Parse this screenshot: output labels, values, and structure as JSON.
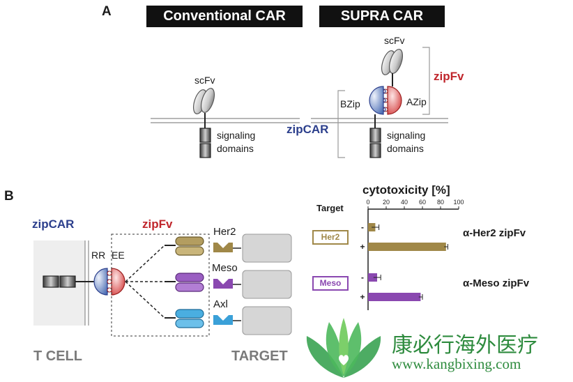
{
  "panel_a": {
    "letter": "A",
    "conventional_title": "Conventional CAR",
    "supra_title": "SUPRA CAR",
    "conv_scfv": "scFv",
    "conv_signaling": "signaling\ndomains",
    "supra_scfv": "scFv",
    "zipfv": "zipFv",
    "bzip": "BZip",
    "azip": "AZip",
    "zipcar": "zipCAR",
    "supra_signaling": "signaling\ndomains"
  },
  "panel_b": {
    "letter": "B",
    "zipcar": "zipCAR",
    "zipfv": "zipFv",
    "rr": "RR",
    "ee": "EE",
    "targets": [
      "Her2",
      "Meso",
      "Axl"
    ],
    "t_cell": "T CELL",
    "target_label": "TARGET",
    "colors": {
      "her2": "#a08848",
      "meso": "#8a48b0",
      "axl": "#3aa0d8",
      "zipcar_blue": "#2c3f8c",
      "zipfv_red": "#c0262c"
    }
  },
  "chart_data": {
    "type": "bar",
    "orientation": "horizontal",
    "title": "cytotoxicity [%]",
    "row_header": "Target",
    "xlim": [
      0,
      100
    ],
    "ticks": [
      "0",
      "20",
      "40",
      "60",
      "80",
      "100"
    ],
    "groups": [
      {
        "target": "Her2",
        "label": "α-Her2 zipFv",
        "color": "#a08848",
        "bars": [
          {
            "sign": "-",
            "value": 8,
            "err": 4
          },
          {
            "sign": "+",
            "value": 86,
            "err": 2
          }
        ]
      },
      {
        "target": "Meso",
        "label": "α-Meso zipFv",
        "color": "#8a48b0",
        "bars": [
          {
            "sign": "-",
            "value": 10,
            "err": 4
          },
          {
            "sign": "+",
            "value": 58,
            "err": 2
          }
        ]
      }
    ]
  },
  "watermark": {
    "chinese": "康必行海外医疗",
    "url": "www.kangbixing.com"
  }
}
